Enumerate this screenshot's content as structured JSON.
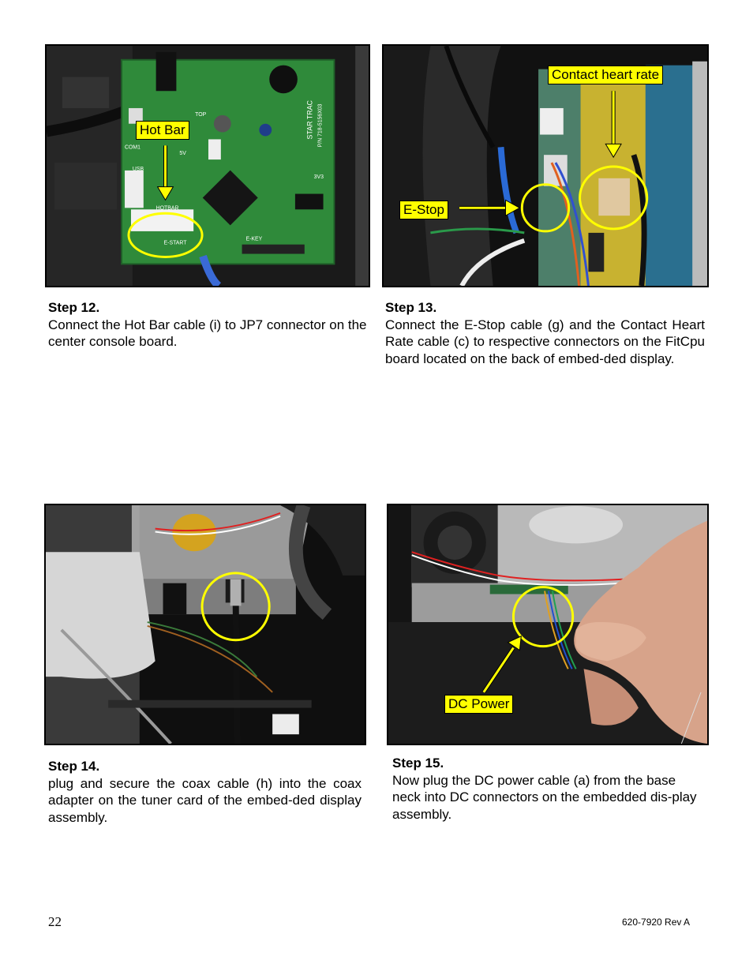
{
  "steps": [
    {
      "title": "Step 12.",
      "body": "Connect the Hot Bar cable (i) to JP7 connector on the center console board."
    },
    {
      "title": "Step 13.",
      "body": "Connect the E-Stop cable (g) and the Contact Heart Rate cable (c) to respective connectors on the FitCpu board located on the back of embed-ded display."
    },
    {
      "title": "Step 14.",
      "body": "plug and secure the coax cable (h) into the coax adapter on the tuner card of the embed-ded display assembly."
    },
    {
      "title": "Step 15.",
      "body": "Now plug the DC power cable (a) from the base neck into DC connectors on the embedded dis-play assembly."
    }
  ],
  "callouts": {
    "hot_bar": "Hot Bar",
    "contact_heart_rate": "Contact heart rate",
    "e_stop": "E-Stop",
    "dc_power": "DC Power"
  },
  "board_labels": {
    "board_name": "STAR TRAC",
    "board_part": "P/N 718-5156X03",
    "hotbar_label": "HOTBAR",
    "estart_label": "E-START",
    "ekey_label": "E-KEY",
    "top_label": "TOP",
    "usb_label": "USB",
    "com_label": "COM1",
    "board_3v3": "3V3",
    "board_5v": "5V"
  },
  "footer": {
    "page_number": "22",
    "doc_id": "620-7920  Rev A"
  },
  "colors": {
    "callout_bg": "#ffff00",
    "highlight_ring": "#ffff00",
    "pcb_green": "#2f8a3a"
  }
}
